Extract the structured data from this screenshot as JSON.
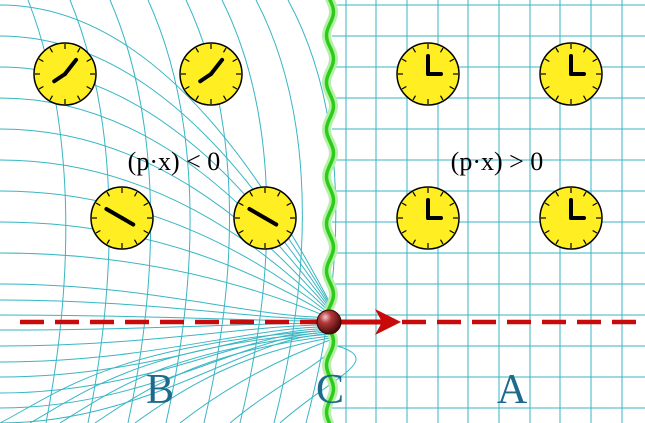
{
  "diagram": {
    "expression_left": "(p·x) < 0",
    "expression_right": "(p·x) > 0",
    "region_labels": {
      "left": "B",
      "center": "C",
      "right": "A"
    },
    "clocks": {
      "left_upper": {
        "hour_angle_deg": 236,
        "minute_angle_deg": 38,
        "count": 2
      },
      "left_lower": {
        "hour_angle_deg": 120,
        "minute_angle_deg": 300,
        "count": 2
      },
      "right": {
        "hour_angle_deg": 90,
        "minute_angle_deg": 0,
        "count": 4
      }
    },
    "colors": {
      "grid": "#38b6c4",
      "horizon_outer": "#b6f0a8",
      "horizon_inner": "#2ecc1a",
      "dashed_line": "#c80a0a",
      "arrow": "#c80a0a",
      "clock_face": "#ffee22",
      "region_text": "#1d6a8c",
      "particle": "#8a1414"
    }
  }
}
